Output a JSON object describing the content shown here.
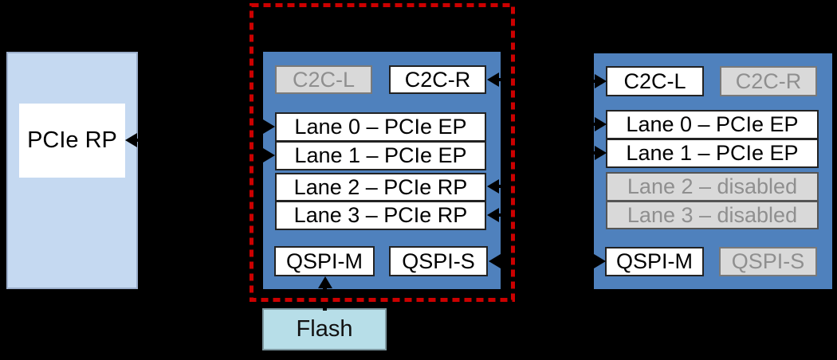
{
  "host": {
    "label": "PCIe RP"
  },
  "middle_device": {
    "c2c_l": {
      "label": "C2C-L",
      "state": "inactive"
    },
    "c2c_r": {
      "label": "C2C-R",
      "state": "active"
    },
    "lanes": [
      {
        "label": "Lane 0 – PCIe EP",
        "state": "active"
      },
      {
        "label": "Lane 1 – PCIe EP",
        "state": "active"
      },
      {
        "label": "Lane 2 – PCIe RP",
        "state": "active"
      },
      {
        "label": "Lane 3 – PCIe RP",
        "state": "active"
      }
    ],
    "qspi_m": {
      "label": "QSPI-M",
      "state": "active"
    },
    "qspi_s": {
      "label": "QSPI-S",
      "state": "active"
    },
    "highlighted": true
  },
  "right_device": {
    "c2c_l": {
      "label": "C2C-L",
      "state": "active"
    },
    "c2c_r": {
      "label": "C2C-R",
      "state": "inactive"
    },
    "lanes": [
      {
        "label": "Lane 0 – PCIe EP",
        "state": "active"
      },
      {
        "label": "Lane 1 – PCIe EP",
        "state": "active"
      },
      {
        "label": "Lane 2 – disabled",
        "state": "inactive"
      },
      {
        "label": "Lane 3 – disabled",
        "state": "inactive"
      }
    ],
    "qspi_m": {
      "label": "QSPI-M",
      "state": "active"
    },
    "qspi_s": {
      "label": "QSPI-S",
      "state": "inactive"
    },
    "highlighted": false
  },
  "flash": {
    "label": "Flash"
  },
  "colors": {
    "background": "#000000",
    "device_fill": "#4F81BD",
    "host_fill": "#C5D9F1",
    "flash_fill": "#B7DEE8",
    "active_box_fill": "#FFFFFF",
    "inactive_box_fill": "#D9D9D9",
    "inactive_text": "#8F8F8F",
    "selection_outline": "#CC0000",
    "arrow": "#000000"
  }
}
